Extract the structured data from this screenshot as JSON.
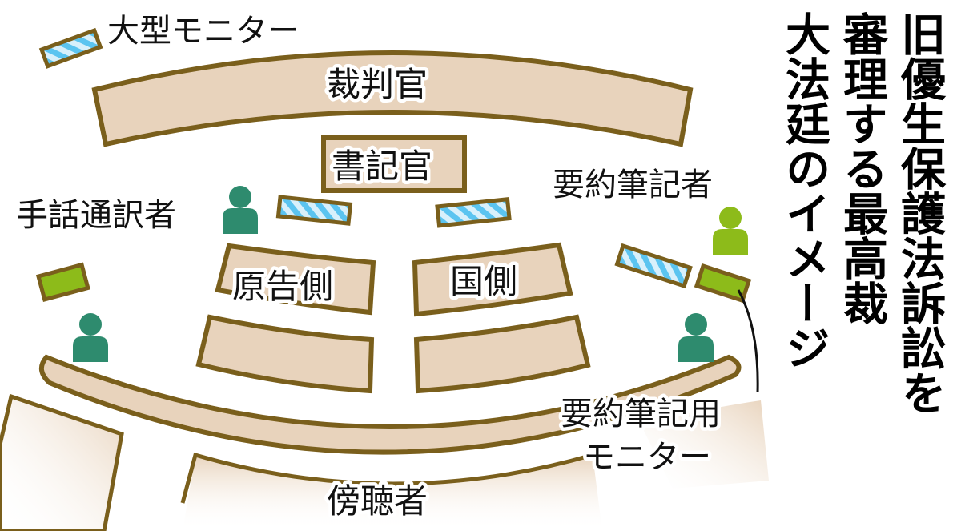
{
  "title": {
    "columns": [
      "旧優生保護法訴訟を",
      "審理する最高裁",
      "大法廷のイメージ"
    ]
  },
  "labels": {
    "large_monitor": "大型モニター",
    "judges": "裁判官",
    "clerk": "書記官",
    "sign_interpreter": "手話通訳者",
    "summary_writer": "要約筆記者",
    "plaintiff_side": "原告側",
    "state_side": "国側",
    "summary_monitor_line1": "要約筆記用",
    "summary_monitor_line2": "モニター",
    "gallery": "傍聴者"
  },
  "legend_colors": {
    "desk_fill": "#e8d3bc",
    "desk_stroke": "#7a5f1c",
    "monitor_stripe_blue": "#5bc4f0",
    "monitor_stripe_light": "#d8f0fb",
    "summary_monitor_green": "#8dbb1a",
    "interpreter_person": "#2e8b6e",
    "summary_writer_person": "#8dbb1a"
  }
}
